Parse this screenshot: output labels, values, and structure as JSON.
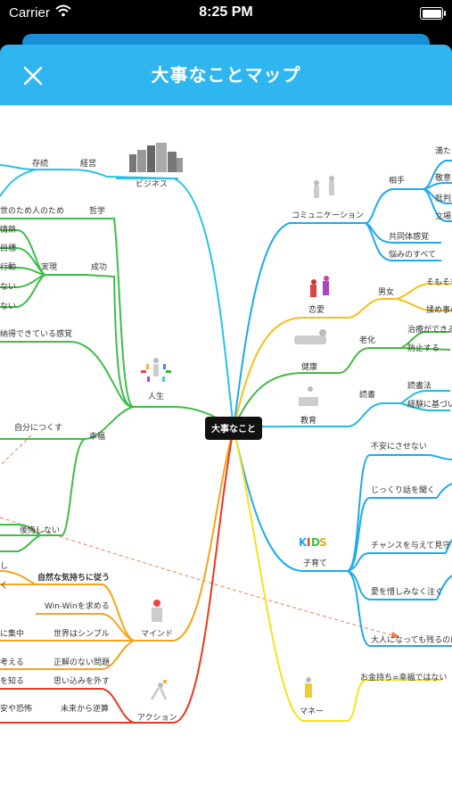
{
  "status": {
    "carrier": "Carrier",
    "time": "8:25 PM"
  },
  "nav": {
    "title": "大事なことマップ"
  },
  "center": {
    "label": "大事なこと"
  },
  "labels": [
    {
      "id": "business",
      "text": "ビジネス"
    },
    {
      "id": "ninja",
      "text": "存続"
    },
    {
      "id": "keiei",
      "text": "経営"
    },
    {
      "id": "yonotame",
      "text": "世のため人のため"
    },
    {
      "id": "tetsugaku",
      "text": "哲学"
    },
    {
      "id": "jounetsu",
      "text": "情熱"
    },
    {
      "id": "mokuhyou",
      "text": "目標"
    },
    {
      "id": "koudou",
      "text": "行動"
    },
    {
      "id": "nai1",
      "text": "ない"
    },
    {
      "id": "jitsugen",
      "text": "実現"
    },
    {
      "id": "seikou",
      "text": "成功"
    },
    {
      "id": "nai2",
      "text": "ない"
    },
    {
      "id": "nattoku",
      "text": "納得できている感覚"
    },
    {
      "id": "jinsei",
      "text": "人生"
    },
    {
      "id": "jibun",
      "text": "自分につくす"
    },
    {
      "id": "koufuku",
      "text": "幸福"
    },
    {
      "id": "koukai",
      "text": "後悔しない"
    },
    {
      "id": "shi",
      "text": "し"
    },
    {
      "id": "ku",
      "text": "く"
    },
    {
      "id": "shizen",
      "text": "自然な気持ちに従う"
    },
    {
      "id": "winwin",
      "text": "Win-Winを求める"
    },
    {
      "id": "shuchu",
      "text": "に集中"
    },
    {
      "id": "simple",
      "text": "世界はシンプル"
    },
    {
      "id": "mind",
      "text": "マインド"
    },
    {
      "id": "kangaeru",
      "text": "考える"
    },
    {
      "id": "seikai",
      "text": "正解のない問題"
    },
    {
      "id": "shiru",
      "text": "を知る"
    },
    {
      "id": "omoikomi",
      "text": "思い込みを外す"
    },
    {
      "id": "fuan",
      "text": "安や恐怖"
    },
    {
      "id": "mirai",
      "text": "未来から逆算"
    },
    {
      "id": "action",
      "text": "アクション"
    },
    {
      "id": "comm",
      "text": "コミュニケーション"
    },
    {
      "id": "aite",
      "text": "相手"
    },
    {
      "id": "mita",
      "text": "満た"
    },
    {
      "id": "kei",
      "text": "敬意"
    },
    {
      "id": "hihan",
      "text": "批判"
    },
    {
      "id": "tachiba",
      "text": "立場"
    },
    {
      "id": "kyoudou",
      "text": "共同体感覚"
    },
    {
      "id": "nayami",
      "text": "悩みのすべて"
    },
    {
      "id": "renai",
      "text": "恋愛"
    },
    {
      "id": "danjo",
      "text": "男女"
    },
    {
      "id": "somosomo",
      "text": "そもそも"
    },
    {
      "id": "kimegoto",
      "text": "揉め事の"
    },
    {
      "id": "kenkou",
      "text": "健康"
    },
    {
      "id": "rouka",
      "text": "老化"
    },
    {
      "id": "chiryou",
      "text": "治療ができる"
    },
    {
      "id": "boushi",
      "text": "防止する"
    },
    {
      "id": "kyouiku",
      "text": "教育"
    },
    {
      "id": "dokusho",
      "text": "読書"
    },
    {
      "id": "dokushohou",
      "text": "読書法"
    },
    {
      "id": "keiken",
      "text": "経験に基づい"
    },
    {
      "id": "fuanni",
      "text": "不安にさせない"
    },
    {
      "id": "jikkuri",
      "text": "じっくり話を聞く"
    },
    {
      "id": "kosodate",
      "text": "子育て"
    },
    {
      "id": "chance",
      "text": "チャンスを与えて見守る"
    },
    {
      "id": "ai",
      "text": "愛を惜しみなく注ぐ"
    },
    {
      "id": "otona",
      "text": "大人になっても残るのは"
    },
    {
      "id": "money",
      "text": "マネー"
    },
    {
      "id": "okane",
      "text": "お金持ち=幸福ではない"
    }
  ],
  "colors": {
    "nav": "#2fb6f0",
    "card_back": "#1a8fd8",
    "business": "#28c2e6",
    "life": "#3dbd48",
    "mind": "#f5a41c",
    "action": "#e8391e",
    "communication": "#1ea9ec",
    "love": "#f5c014",
    "health": "#46b83e",
    "education": "#26b9d8",
    "kids": "#1ea9ec",
    "money": "#f6e21a",
    "dashed": "#f07a56"
  }
}
